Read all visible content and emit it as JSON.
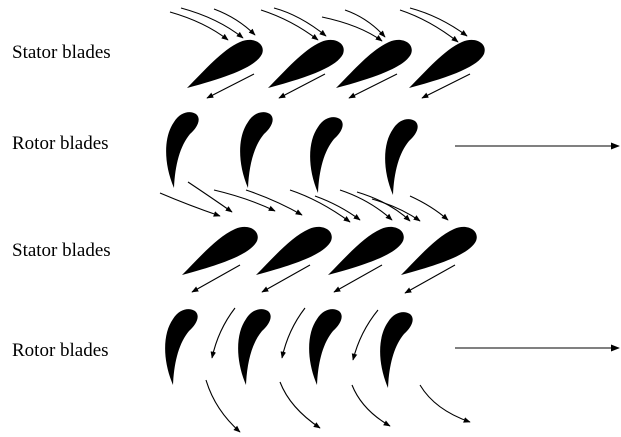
{
  "rows": [
    {
      "label": "Stator blades"
    },
    {
      "label": "Rotor blades"
    },
    {
      "label": "Stator blades"
    },
    {
      "label": "Rotor blades"
    }
  ],
  "colors": {
    "ink": "#000000",
    "background": "#ffffff"
  }
}
